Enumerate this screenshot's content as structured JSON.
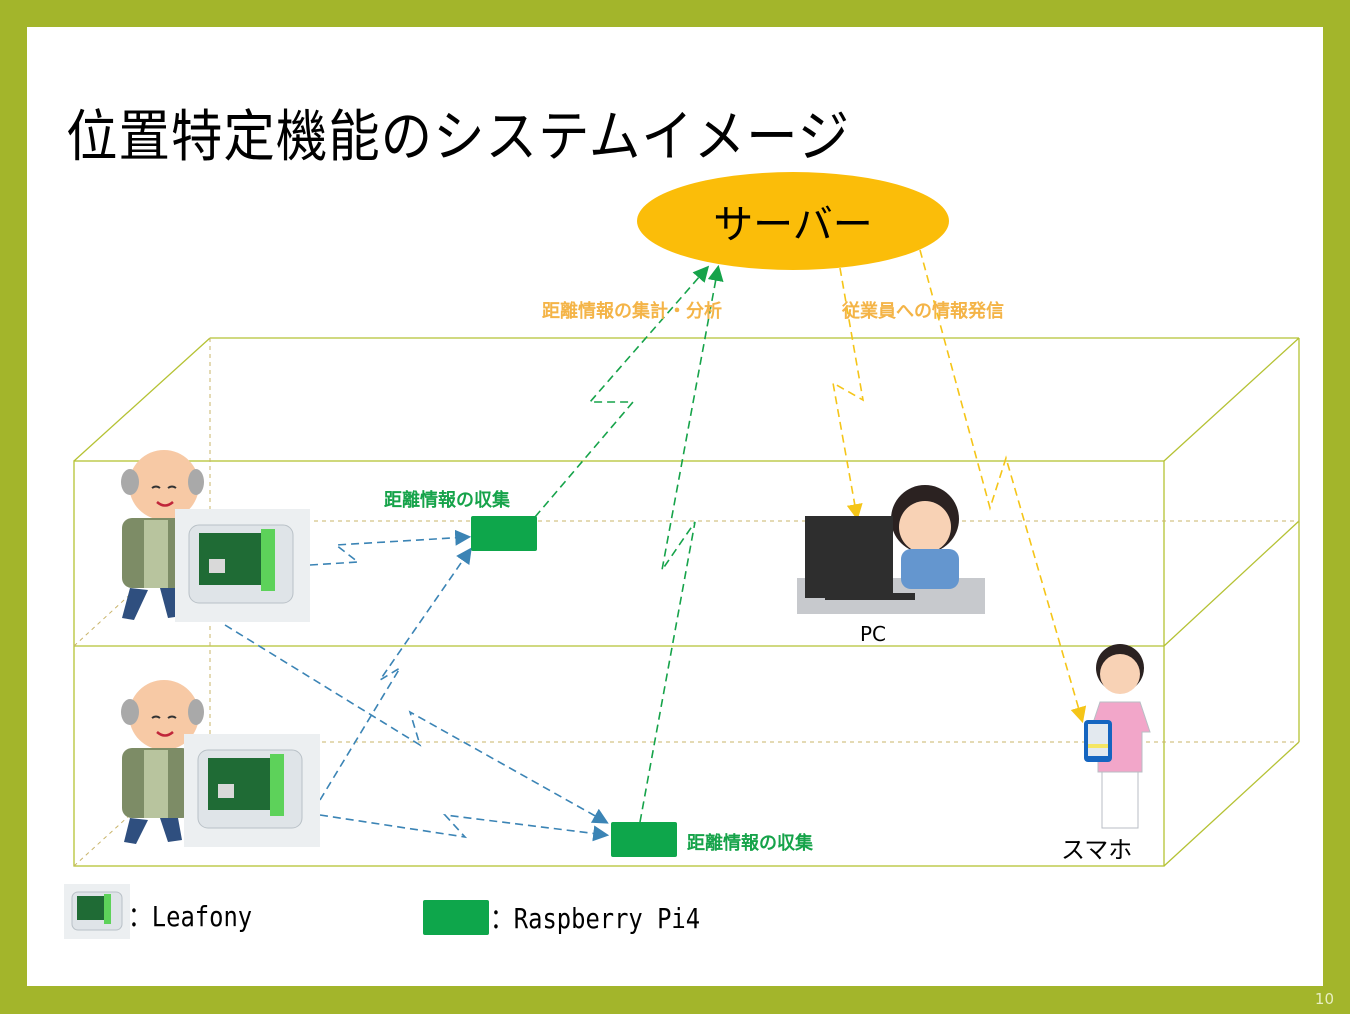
{
  "slide": {
    "title": "位置特定機能のシステムイメージ",
    "page_number": "10",
    "colors": {
      "frame": "#a3b52b",
      "server": "#fbbd09",
      "raspberry_pi": "#0ea64b",
      "label_orange": "#f4b447",
      "label_green": "#16a34a",
      "arrow_blue": "#3b84b5",
      "arrow_green": "#16a34a",
      "arrow_yellow": "#f5c518",
      "building_line": "#b5c234"
    }
  },
  "server": {
    "label": "サーバー"
  },
  "labels": {
    "aggregate": "距離情報の集計・分析",
    "notify": "従業員への情報発信",
    "collect_upper": "距離情報の収集",
    "collect_lower": "距離情報の収集"
  },
  "devices": {
    "pc_label": "PC",
    "phone_label": "スマホ"
  },
  "legend": {
    "leafony_label": "：Leafony",
    "rpi_label": "：Raspberry Pi4"
  }
}
